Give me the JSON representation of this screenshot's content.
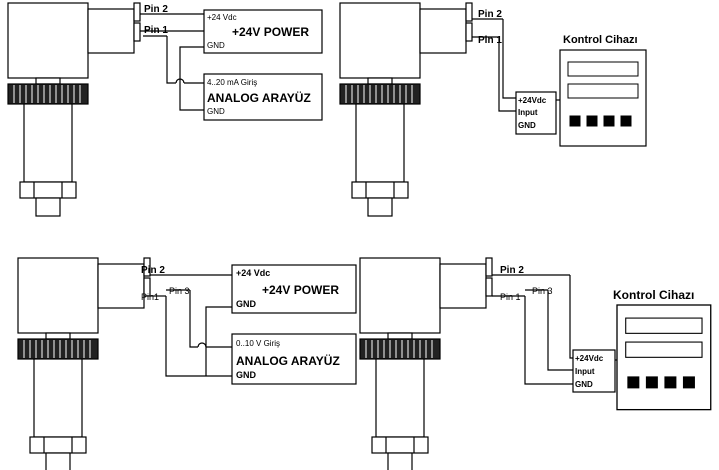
{
  "diagrams": [
    {
      "pins": [
        "Pin 2",
        "Pin 1"
      ],
      "box1": {
        "line": "+24 Vdc",
        "title": "+24V POWER",
        "gnd": "GND"
      },
      "box2": {
        "line": "4..20 mA Giriş",
        "title": "ANALOG ARAYÜZ",
        "gnd": "GND"
      }
    },
    {
      "pins": [
        "Pin 2",
        "Pin 1"
      ],
      "device_title": "Kontrol Cihazı",
      "terminals": [
        "+24Vdc",
        "Input",
        "GND"
      ]
    },
    {
      "pins": [
        "Pin 2",
        "Pin1",
        "Pin 3"
      ],
      "box1": {
        "line": "+24 Vdc",
        "title": "+24V POWER",
        "gnd": "GND"
      },
      "box2": {
        "line": "0..10 V Giriş",
        "title": "ANALOG ARAYÜZ",
        "gnd": "GND"
      }
    },
    {
      "pins": [
        "Pin 2",
        "Pin 1",
        "Pin 3"
      ],
      "device_title": "Kontrol Cihazı",
      "terminals": [
        "+24Vdc",
        "Input",
        "GND"
      ]
    }
  ]
}
